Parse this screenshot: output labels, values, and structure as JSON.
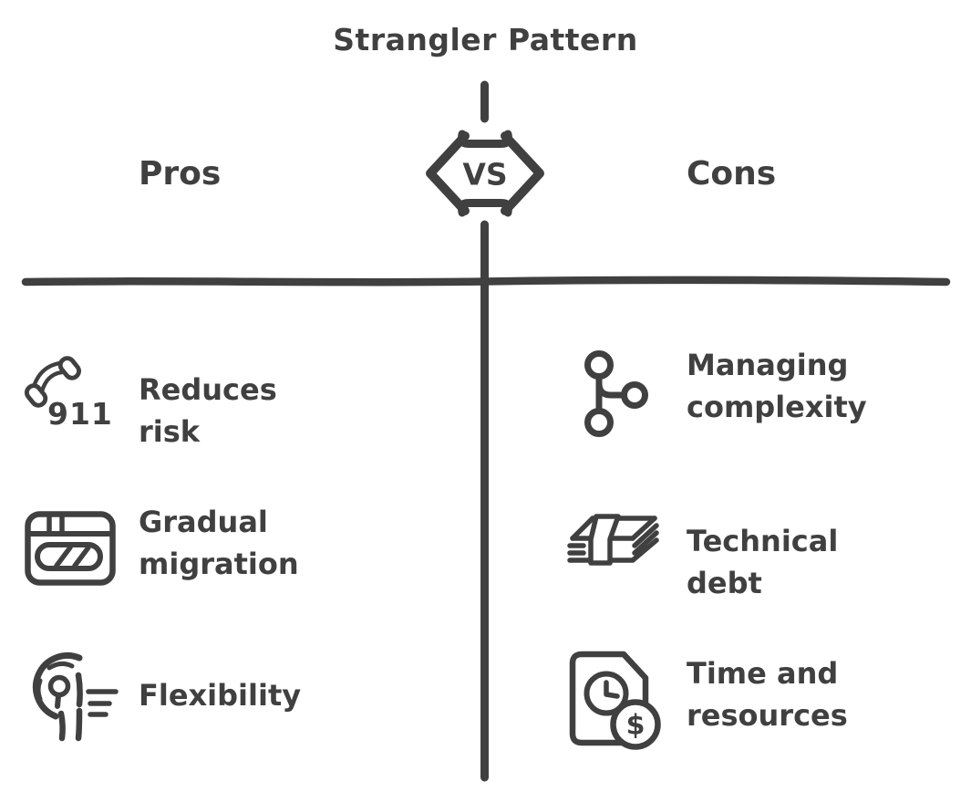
{
  "diagram": {
    "title": "Strangler Pattern",
    "badge": {
      "label": "VS"
    },
    "columns": {
      "pros": {
        "header": "Pros",
        "items": [
          {
            "icon": "emergency-call-911-icon",
            "icon_text": "911",
            "label": "Reduces risk"
          },
          {
            "icon": "progress-window-icon",
            "label": "Gradual\nmigration"
          },
          {
            "icon": "flexibility-roll-icon",
            "label": "Flexibility"
          }
        ]
      },
      "cons": {
        "header": "Cons",
        "items": [
          {
            "icon": "git-branch-icon",
            "label": "Managing\ncomplexity"
          },
          {
            "icon": "money-stack-icon",
            "label": "Technical debt"
          },
          {
            "icon": "document-time-cost-icon",
            "icon_text": "$",
            "label": "Time and\nresources"
          }
        ]
      }
    },
    "colors": {
      "ink": "#404040",
      "background": "#ffffff"
    }
  }
}
